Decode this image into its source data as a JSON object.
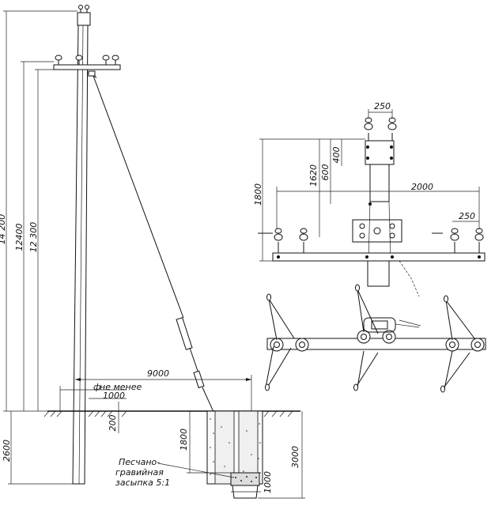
{
  "dimensions": {
    "pole_total_height": "14 200",
    "crossarm_height": "12400",
    "attach_height": "12 300",
    "anchor_distance": "9000",
    "min_distance_label": "не менее",
    "min_distance_value": "1000",
    "guy_depth_top": "200",
    "pole_depth": "2600",
    "pit_depth_inner": "1800",
    "pit_depth_total": "3000",
    "pit_bottom_width": "1000",
    "insulator_spacing_top": "250",
    "insulator_spacing_right": "250",
    "top_offset": "400",
    "mid_offset": "600",
    "side_height": "1620",
    "crossarm_level": "1800",
    "crossarm_span": "2000"
  },
  "labels": {
    "phi_symbol": "ф",
    "backfill_line1": "Песчано-",
    "backfill_line2": "гравийная",
    "backfill_line3": "засыпка 5:1"
  }
}
